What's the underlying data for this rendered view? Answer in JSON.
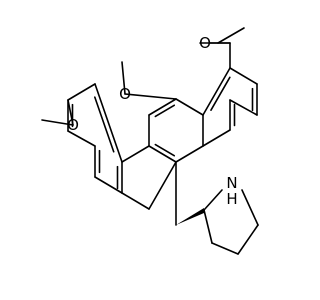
{
  "diagram": {
    "type": "skeletal-structure",
    "background": "#ffffff",
    "line_color": "#000000",
    "labels": {
      "o_top": "O",
      "o_upper_left": "O",
      "o_left": "O",
      "nh": "N\nH"
    },
    "stereo_wedge": "bold",
    "ring_count": 4
  }
}
